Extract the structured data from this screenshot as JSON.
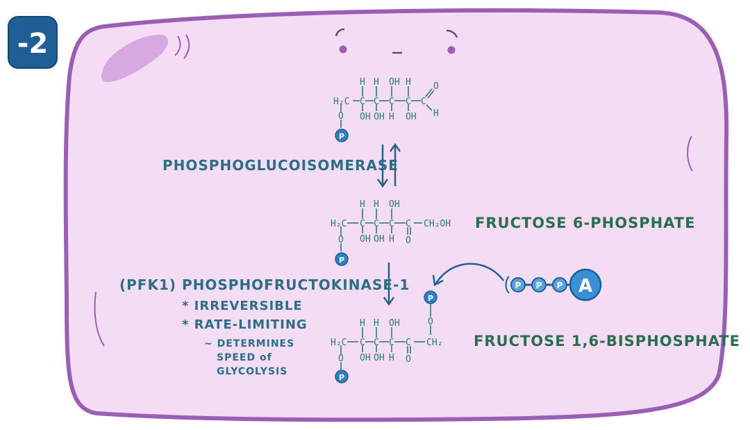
{
  "step_badge": "-2",
  "colors": {
    "cell_fill": "#f3dcf4",
    "cell_stroke": "#9a5fb4",
    "blue": "#1f6fa3",
    "teal": "#2e7a72",
    "enzyme": "#2a6f86",
    "green": "#2b6e4e"
  },
  "enzymes": {
    "pgi": "PHOSPHOGLUCOISOMERASE",
    "pfk": "(PFK1) PHOSPHOFRUCTOKINASE-1"
  },
  "notes": {
    "n1": "* IRREVERSIBLE",
    "n2": "* RATE-LIMITING",
    "n3": "~ DETERMINES",
    "n4": "SPEED of",
    "n5": "GLYCOLYSIS"
  },
  "products": {
    "f6p": "FRUCTOSE 6-PHOSPHATE",
    "f16bp": "FRUCTOSE 1,6-BISPHOSPHATE"
  },
  "atp": {
    "p": "P",
    "a": "A"
  },
  "chem": {
    "h": "H",
    "oh": "OH",
    "o": "O",
    "c": "C",
    "h2c": "H₂C",
    "ch2oh": "CH₂OH",
    "ch2": "CH₂",
    "p": "P"
  }
}
